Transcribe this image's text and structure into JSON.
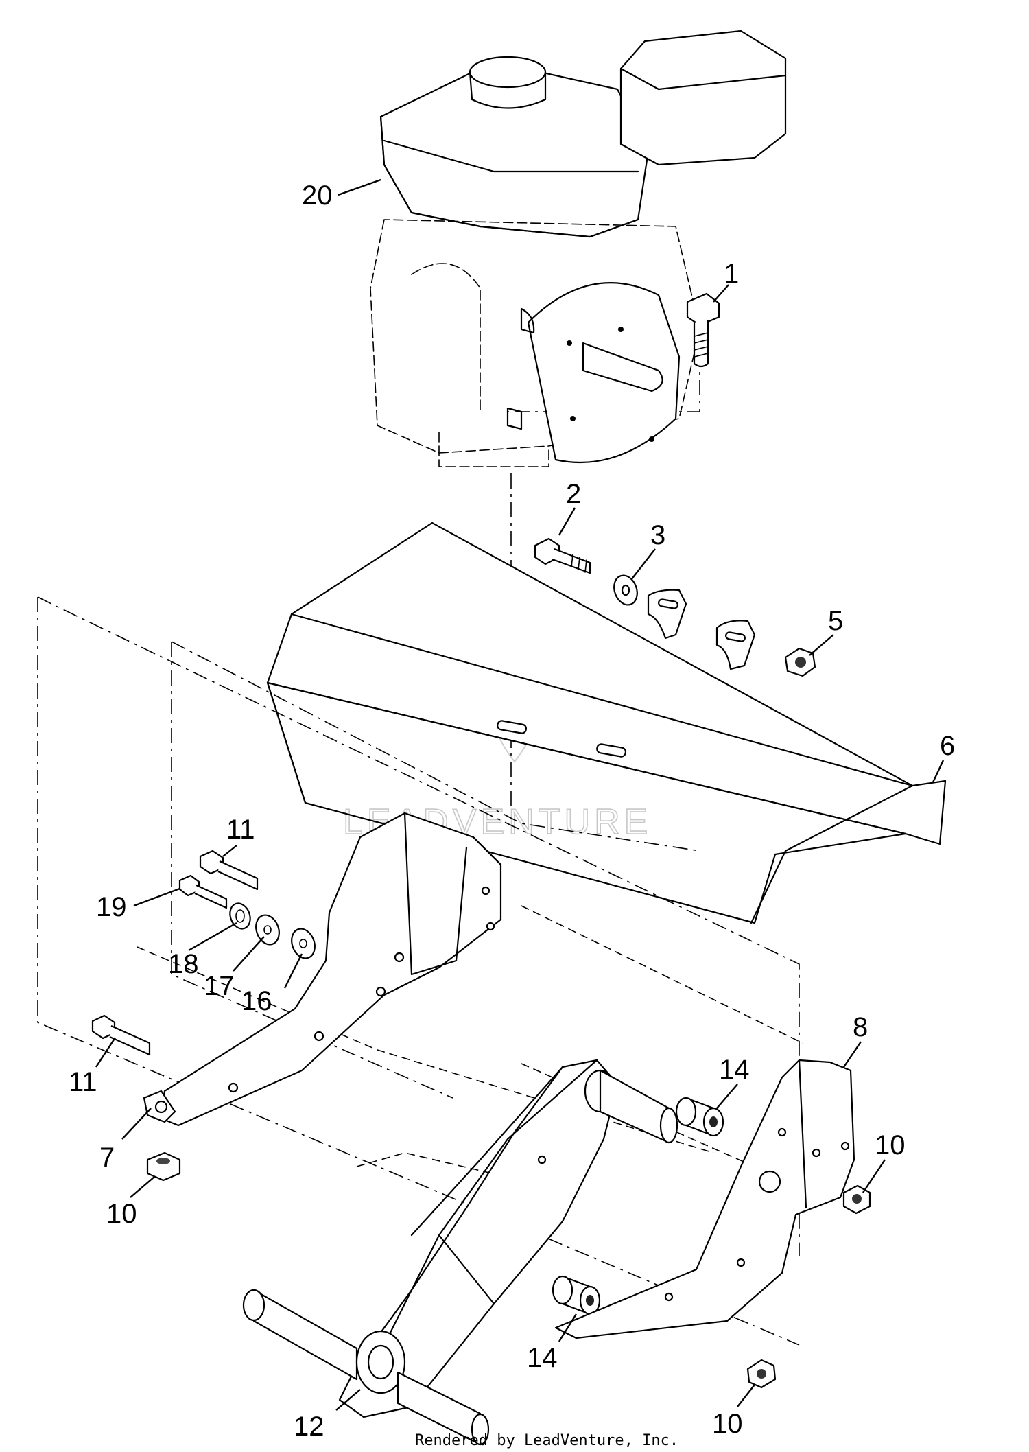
{
  "callouts": [
    {
      "id": "c20",
      "label": "20"
    },
    {
      "id": "c1",
      "label": "1"
    },
    {
      "id": "c2",
      "label": "2"
    },
    {
      "id": "c3",
      "label": "3"
    },
    {
      "id": "c5",
      "label": "5"
    },
    {
      "id": "c6",
      "label": "6"
    },
    {
      "id": "c11a",
      "label": "11"
    },
    {
      "id": "c19",
      "label": "19"
    },
    {
      "id": "c18",
      "label": "18"
    },
    {
      "id": "c17",
      "label": "17"
    },
    {
      "id": "c16",
      "label": "16"
    },
    {
      "id": "c11b",
      "label": "11"
    },
    {
      "id": "c7",
      "label": "7"
    },
    {
      "id": "c10a",
      "label": "10"
    },
    {
      "id": "c8",
      "label": "8"
    },
    {
      "id": "c14a",
      "label": "14"
    },
    {
      "id": "c10b",
      "label": "10"
    },
    {
      "id": "c14b",
      "label": "14"
    },
    {
      "id": "c12",
      "label": "12"
    },
    {
      "id": "c10c",
      "label": "10"
    }
  ],
  "watermark": "LEADVENTURE",
  "footer": "Rendered by LeadVenture, Inc."
}
